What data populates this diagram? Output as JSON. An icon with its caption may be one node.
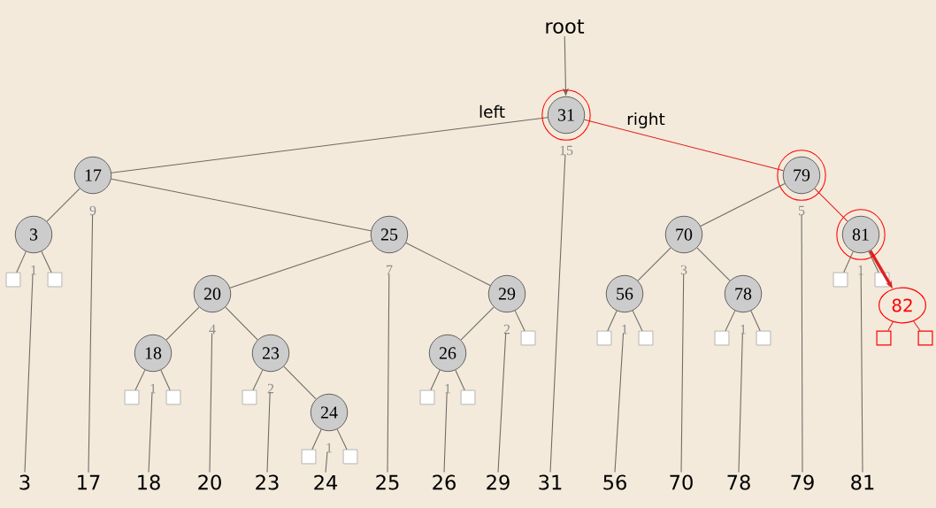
{
  "diagram": {
    "nodes": [
      {
        "text": [
          "root"
        ]
      },
      {
        "text": [
          "31"
        ],
        "beside": [
          "15"
        ]
      },
      {
        "text": [
          "17"
        ],
        "beside": [
          "9"
        ]
      },
      {
        "text": [
          "3"
        ],
        "beside": [
          "1"
        ]
      },
      {
        "text": [],
        "shape": "box"
      },
      {
        "text": [],
        "shape": "box"
      },
      {
        "text": [
          "25"
        ],
        "beside": [
          "7"
        ]
      },
      {
        "text": [
          "20"
        ],
        "beside": [
          "4"
        ]
      },
      {
        "text": [
          "18"
        ],
        "beside": [
          "1"
        ]
      },
      {
        "text": [],
        "shape": "box"
      },
      {
        "text": [],
        "shape": "box"
      },
      {
        "text": [
          "23"
        ],
        "beside": [
          "2"
        ]
      },
      {
        "text": [],
        "shape": "box"
      },
      {
        "text": [
          "24"
        ],
        "beside": [
          "1"
        ]
      },
      {
        "text": [],
        "shape": "box"
      },
      {
        "text": [],
        "shape": "box"
      },
      {
        "text": [
          "29"
        ],
        "beside": [
          "2"
        ]
      },
      {
        "text": [
          "26"
        ],
        "beside": [
          "1"
        ]
      },
      {
        "text": [],
        "shape": "box"
      },
      {
        "text": [],
        "shape": "box"
      },
      {
        "text": [],
        "shape": "box"
      },
      {
        "text": [
          "79"
        ],
        "beside": [
          "5"
        ]
      },
      {
        "text": [
          "70"
        ],
        "beside": [
          "3"
        ]
      },
      {
        "text": [
          "56"
        ],
        "beside": [
          "1"
        ]
      },
      {
        "text": [],
        "shape": "box"
      },
      {
        "text": [],
        "shape": "box"
      },
      {
        "text": [
          "78"
        ],
        "beside": [
          "1"
        ]
      },
      {
        "text": [],
        "shape": "box"
      },
      {
        "text": [],
        "shape": "box"
      },
      {
        "text": [
          "81"
        ],
        "beside": [
          "1"
        ]
      },
      {
        "text": [],
        "shape": "box"
      },
      {
        "text": [],
        "shape": "box"
      },
      {
        "text": [
          "82"
        ]
      },
      {
        "text": [],
        "shape": "box"
      },
      {
        "text": [],
        "shape": "box"
      },
      {
        "text": [
          "3"
        ]
      },
      {
        "text": [
          "17"
        ]
      },
      {
        "text": [
          "18"
        ]
      },
      {
        "text": [
          "20"
        ]
      },
      {
        "text": [
          "23"
        ]
      },
      {
        "text": [
          "24"
        ]
      },
      {
        "text": [
          "25"
        ]
      },
      {
        "text": [
          "26"
        ]
      },
      {
        "text": [
          "29"
        ]
      },
      {
        "text": [
          "31"
        ]
      },
      {
        "text": [
          "56"
        ]
      },
      {
        "text": [
          "70"
        ]
      },
      {
        "text": [
          "78"
        ]
      },
      {
        "text": [
          "79"
        ]
      },
      {
        "text": [
          "81"
        ]
      }
    ],
    "edges": [
      {
        "from": 0,
        "to": 1,
        "arrow": "to"
      },
      {
        "from": 1,
        "to": 2,
        "arrow": "none",
        "label": "left"
      },
      {
        "from": 1,
        "to": 21,
        "arrow": "none",
        "label": "right",
        "color": "#e02020"
      },
      {
        "from": 2,
        "to": 3,
        "arrow": "none"
      },
      {
        "from": 3,
        "to": 4,
        "arrow": "none"
      },
      {
        "from": 3,
        "to": 5,
        "arrow": "none"
      },
      {
        "from": 2,
        "to": 6,
        "arrow": "none"
      },
      {
        "from": 6,
        "to": 7,
        "arrow": "none"
      },
      {
        "from": 7,
        "to": 8,
        "arrow": "none"
      },
      {
        "from": 8,
        "to": 9,
        "arrow": "none"
      },
      {
        "from": 8,
        "to": 10,
        "arrow": "none"
      },
      {
        "from": 7,
        "to": 11,
        "arrow": "none"
      },
      {
        "from": 11,
        "to": 12,
        "arrow": "none"
      },
      {
        "from": 11,
        "to": 13,
        "arrow": "none"
      },
      {
        "from": 13,
        "to": 14,
        "arrow": "none"
      },
      {
        "from": 13,
        "to": 15,
        "arrow": "none"
      },
      {
        "from": 6,
        "to": 16,
        "arrow": "none"
      },
      {
        "from": 16,
        "to": 17,
        "arrow": "none"
      },
      {
        "from": 17,
        "to": 18,
        "arrow": "none"
      },
      {
        "from": 17,
        "to": 19,
        "arrow": "none"
      },
      {
        "from": 16,
        "to": 20,
        "arrow": "none"
      },
      {
        "from": 21,
        "to": 22,
        "arrow": "none"
      },
      {
        "from": 22,
        "to": 23,
        "arrow": "none"
      },
      {
        "from": 23,
        "to": 24,
        "arrow": "none"
      },
      {
        "from": 23,
        "to": 25,
        "arrow": "none"
      },
      {
        "from": 22,
        "to": 26,
        "arrow": "none"
      },
      {
        "from": 26,
        "to": 27,
        "arrow": "none"
      },
      {
        "from": 26,
        "to": 28,
        "arrow": "none"
      },
      {
        "from": 21,
        "to": 29,
        "arrow": "none",
        "color": "#e02020"
      },
      {
        "from": 29,
        "to": 30,
        "arrow": "none"
      },
      {
        "from": 29,
        "to": 31,
        "arrow": "none"
      },
      {
        "from": 29,
        "to": 32,
        "arrow": "to",
        "style": "thick",
        "color": "#e02020"
      },
      {
        "from": 32,
        "to": 33,
        "arrow": "none",
        "color": "#e02020"
      },
      {
        "from": 32,
        "to": 34,
        "arrow": "none",
        "color": "#e02020"
      },
      {
        "from": 35,
        "to": 3,
        "arrow": "none"
      },
      {
        "from": 36,
        "to": 2,
        "arrow": "none"
      },
      {
        "from": 37,
        "to": 8,
        "arrow": "none"
      },
      {
        "from": 38,
        "to": 7,
        "arrow": "none"
      },
      {
        "from": 39,
        "to": 11,
        "arrow": "none"
      },
      {
        "from": 40,
        "to": 13,
        "arrow": "none"
      },
      {
        "from": 41,
        "to": 6,
        "arrow": "none"
      },
      {
        "from": 42,
        "to": 17,
        "arrow": "none"
      },
      {
        "from": 43,
        "to": 16,
        "arrow": "none"
      },
      {
        "from": 44,
        "to": 1,
        "arrow": "none"
      },
      {
        "from": 45,
        "to": 23,
        "arrow": "none"
      },
      {
        "from": 46,
        "to": 22,
        "arrow": "none"
      },
      {
        "from": 47,
        "to": 26,
        "arrow": "none"
      },
      {
        "from": 48,
        "to": 21,
        "arrow": "none"
      },
      {
        "from": 49,
        "to": 29,
        "arrow": "none"
      }
    ]
  }
}
